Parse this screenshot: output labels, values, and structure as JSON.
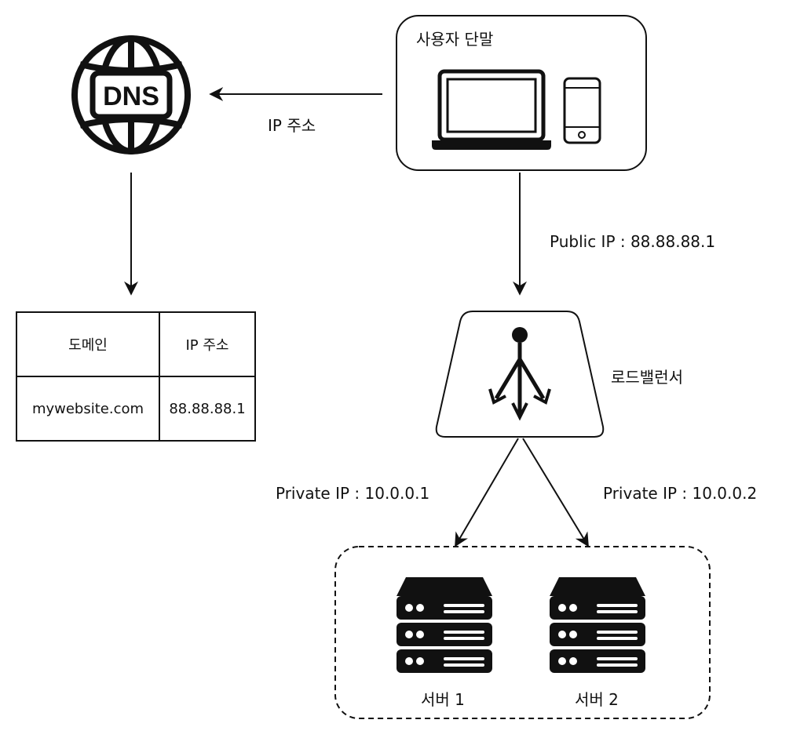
{
  "dns": {
    "icon_text": "DNS"
  },
  "user_device": {
    "title": "사용자 단말"
  },
  "edges": {
    "dns_response": "IP 주소",
    "public_ip": "Public IP : 88.88.88.1",
    "private_ip_1": "Private IP : 10.0.0.1",
    "private_ip_2": "Private IP : 10.0.0.2"
  },
  "load_balancer": {
    "label": "로드밸런서"
  },
  "dns_table": {
    "headers": [
      "도메인",
      "IP 주소"
    ],
    "rows": [
      [
        "mywebsite.com",
        "88.88.88.1"
      ]
    ]
  },
  "servers": [
    {
      "label": "서버 1"
    },
    {
      "label": "서버 2"
    }
  ]
}
